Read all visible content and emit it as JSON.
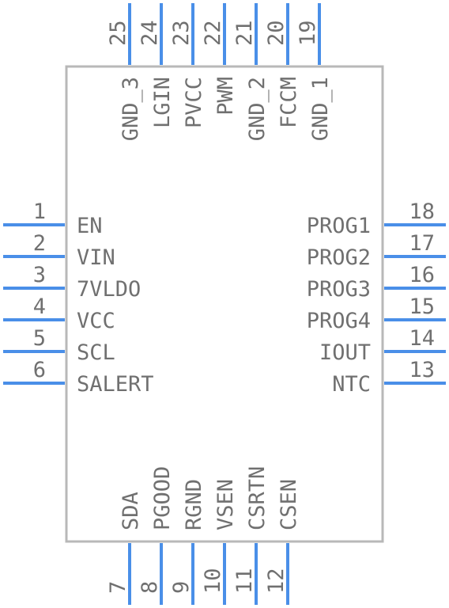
{
  "component": {
    "colors": {
      "pin": "#4a8fe8",
      "outline": "#b8b8b8",
      "text": "#707070"
    },
    "pins_left": [
      {
        "number": "1",
        "name": "EN"
      },
      {
        "number": "2",
        "name": "VIN"
      },
      {
        "number": "3",
        "name": "7VLDO"
      },
      {
        "number": "4",
        "name": "VCC"
      },
      {
        "number": "5",
        "name": "SCL"
      },
      {
        "number": "6",
        "name": "SALERT"
      }
    ],
    "pins_bottom": [
      {
        "number": "7",
        "name": "SDA"
      },
      {
        "number": "8",
        "name": "PGOOD"
      },
      {
        "number": "9",
        "name": "RGND"
      },
      {
        "number": "10",
        "name": "VSEN"
      },
      {
        "number": "11",
        "name": "CSRTN"
      },
      {
        "number": "12",
        "name": "CSEN"
      }
    ],
    "pins_right": [
      {
        "number": "13",
        "name": "NTC"
      },
      {
        "number": "14",
        "name": "IOUT"
      },
      {
        "number": "15",
        "name": "PROG4"
      },
      {
        "number": "16",
        "name": "PROG3"
      },
      {
        "number": "17",
        "name": "PROG2"
      },
      {
        "number": "18",
        "name": "PROG1"
      }
    ],
    "pins_top": [
      {
        "number": "19",
        "name": "GND_1"
      },
      {
        "number": "20",
        "name": "FCCM"
      },
      {
        "number": "21",
        "name": "GND_2"
      },
      {
        "number": "22",
        "name": "PWM"
      },
      {
        "number": "23",
        "name": "PVCC"
      },
      {
        "number": "24",
        "name": "LGIN"
      },
      {
        "number": "25",
        "name": "GND_3"
      }
    ]
  }
}
